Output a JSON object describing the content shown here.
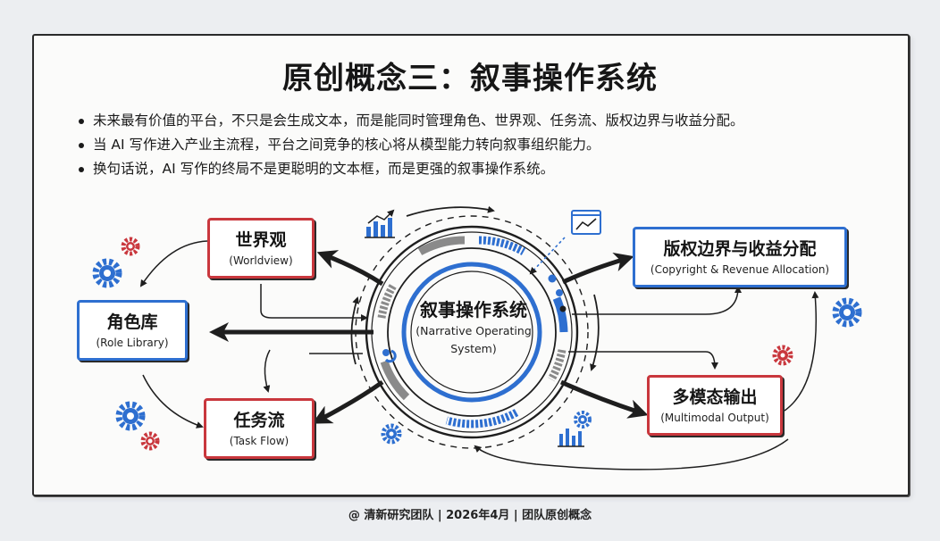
{
  "title": "原创概念三：叙事操作系统",
  "bullets": [
    "未来最有价值的平台，不只是会生成文本，而是能同时管理角色、世界观、任务流、版权边界与收益分配。",
    "当 AI 写作进入产业主流程，平台之间竞争的核心将从模型能力转向叙事组织能力。",
    "换句话说，AI 写作的终局不是更聪明的文本框，而是更强的叙事操作系统。"
  ],
  "center": {
    "zh": "叙事操作系统",
    "en_line1": "(Narrative Operating",
    "en_line2": "System)"
  },
  "nodes": {
    "worldview": {
      "zh": "世界观",
      "en": "(Worldview)"
    },
    "roles": {
      "zh": "角色库",
      "en": "(Role Library)"
    },
    "tasks": {
      "zh": "任务流",
      "en": "(Task Flow)"
    },
    "copyright": {
      "zh": "版权边界与收益分配",
      "en": "(Copyright & Revenue Allocation)"
    },
    "output": {
      "zh": "多模态输出",
      "en": "(Multimodal Output)"
    }
  },
  "footer": "@ 清新研究团队 | 2026年4月 | 团队原创概念",
  "colors": {
    "red": "#c9373d",
    "blue": "#2e6fd0",
    "ink": "#1e1e1e"
  }
}
